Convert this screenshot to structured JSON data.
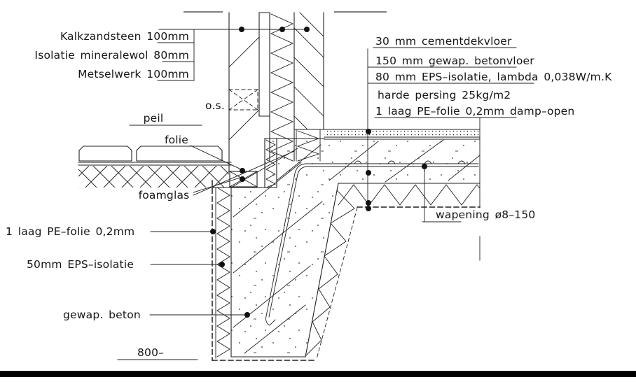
{
  "drawing_type": "construction detail – foundation and cavity wall junction",
  "wall_labels": [
    "Kalkzandsteen 100mm",
    "Isolatie mineralewol 80mm",
    "Metselwerk 100mm"
  ],
  "floor_labels": [
    "30 mm cementdekvloer",
    "150 mm gewap. betonvloer",
    "80 mm EPS–isolatie, lambda 0,038W/m.K",
    "harde persing 25kg/m2",
    "1 laag PE–folie 0,2mm damp–open"
  ],
  "detail_labels": {
    "os": "o.s.",
    "peil": "peil",
    "folie": "folie",
    "foamglas": "foamglas"
  },
  "foundation_labels": {
    "pe_folie": "1 laag PE–folie 0,2mm",
    "eps_isolatie": "50mm EPS–isolatie",
    "gewap_beton": "gewap. beton",
    "level_mark": "800–",
    "wapening": "wapening ø8–150"
  },
  "colors": {
    "line": "#1f1f1f",
    "background": "#ffffff",
    "bottom_bar": "#000000"
  }
}
